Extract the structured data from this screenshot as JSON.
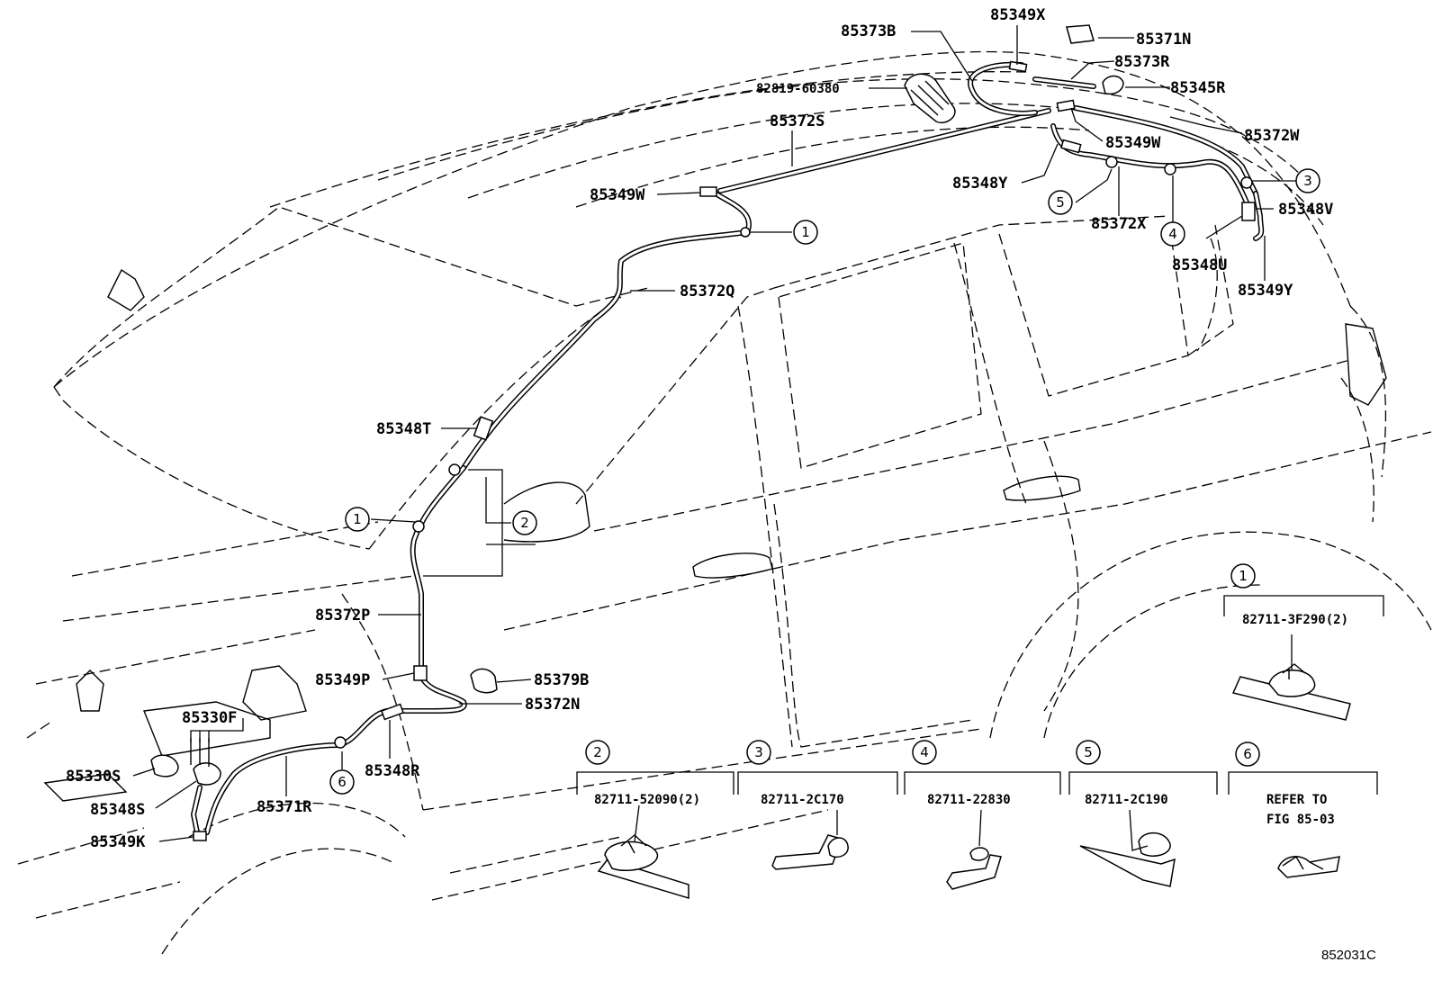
{
  "diagram": {
    "parts": {
      "p85349X": "85349X",
      "p85371N": "85371N",
      "p85373B": "85373B",
      "p85373R": "85373R",
      "p82819": "82819-60380",
      "p85345R": "85345R",
      "p85372S": "85372S",
      "p85372W": "85372W",
      "p85349W_top": "85349W",
      "p85348Y": "85348Y",
      "p85349W_left": "85349W",
      "p85372X": "85372X",
      "p85348V": "85348V",
      "p85348U": "85348U",
      "p85349Y": "85349Y",
      "p85372Q": "85372Q",
      "p85348T": "85348T",
      "p85372P": "85372P",
      "p85349P": "85349P",
      "p85379B": "85379B",
      "p85372N": "85372N",
      "p85330F": "85330F",
      "p85330S": "85330S",
      "p85348S": "85348S",
      "p85349K": "85349K",
      "p85371R": "85371R",
      "p85348R": "85348R"
    },
    "callouts": {
      "c1": "1",
      "c2": "2",
      "c3": "3",
      "c4": "4",
      "c5": "5",
      "c6": "6"
    },
    "clamps": [
      {
        "num": "1",
        "part": "82711-3F290(2)"
      },
      {
        "num": "2",
        "part": "82711-52090(2)"
      },
      {
        "num": "3",
        "part": "82711-2C170"
      },
      {
        "num": "4",
        "part": "82711-22830"
      },
      {
        "num": "5",
        "part": "82711-2C190"
      },
      {
        "num": "6",
        "part_line1": "REFER TO",
        "part_line2": "FIG 85-03"
      }
    ],
    "figure_id": "852031C"
  }
}
